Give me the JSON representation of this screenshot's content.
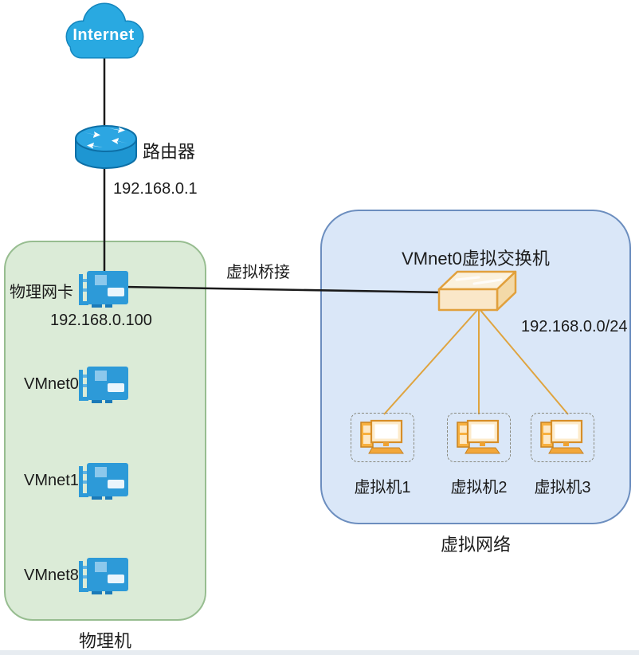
{
  "diagram": {
    "internet": {
      "label": "Internet"
    },
    "router": {
      "label": "路由器",
      "ip": "192.168.0.1"
    },
    "bridge": {
      "label": "虚拟桥接"
    },
    "physical_machine": {
      "title": "物理机",
      "nic_label": "物理网卡",
      "nic_ip": "192.168.0.100",
      "vmnets": [
        {
          "label": "VMnet0"
        },
        {
          "label": "VMnet1"
        },
        {
          "label": "VMnet8"
        }
      ]
    },
    "virtual_network": {
      "title": "虚拟网络",
      "switch_label": "VMnet0虚拟交换机",
      "subnet": "192.168.0.0/24",
      "vms": [
        {
          "label": "虚拟机1"
        },
        {
          "label": "虚拟机2"
        },
        {
          "label": "虚拟机3"
        }
      ]
    },
    "colors": {
      "device_blue": "#29a9e1",
      "device_blue_dark": "#0d6fa6",
      "green_box_fill": "#dbebd7",
      "green_box_border": "#97bd90",
      "blue_box_fill": "#dae7f8",
      "blue_box_border": "#6c8ebf",
      "orange_stroke": "#e1a03c",
      "orange_fill": "#fae7c8",
      "connector_black": "#1a1a1a"
    }
  }
}
